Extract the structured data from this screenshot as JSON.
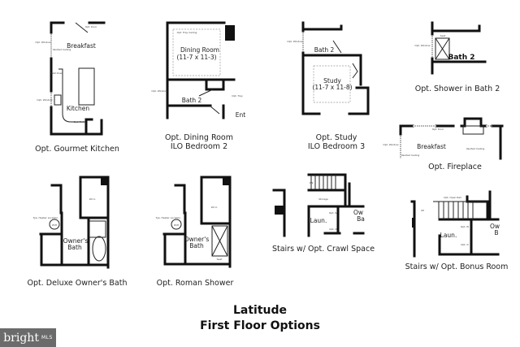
{
  "title": {
    "line1": "Latitude",
    "line2": "First Floor Options"
  },
  "plans": [
    {
      "caption": [
        "Opt. Gourmet Kitchen"
      ],
      "rooms": [
        "Breakfast",
        "Kitchen"
      ],
      "notes": [
        "Opt. Door",
        "Opt. Window",
        "Vaulted Ceiling",
        "Wall Oven",
        "Opt. Window",
        "Opt. Ref."
      ]
    },
    {
      "caption": [
        "Opt. Dining Room",
        "ILO Bedroom 2"
      ],
      "rooms": [
        "Dining Room",
        "(11-7 x 11-3)",
        "Bath 2",
        "Ent"
      ],
      "notes": [
        "Opt. Tray Ceiling",
        "Opt. Window",
        "Opt. Tray"
      ]
    },
    {
      "caption": [
        "Opt. Study",
        "ILO Bedroom 3"
      ],
      "rooms": [
        "Bath 2",
        "Study",
        "(11-7 x 11-8)"
      ],
      "notes": [
        "Opt. Window"
      ]
    },
    {
      "caption": [
        "Opt. Shower in Bath 2"
      ],
      "rooms": [
        "Bath 2"
      ],
      "notes": [
        "Seat",
        "Opt. Window"
      ]
    },
    {
      "caption": [
        "Opt. Fireplace"
      ],
      "rooms": [
        "Breakfast"
      ],
      "notes": [
        "Opt. Window",
        "Vaulted Ceiling",
        "Opt. Door",
        "Vaulted Ceiling"
      ]
    },
    {
      "caption": [
        "Opt. Deluxe Owner's Bath"
      ],
      "rooms": [
        "Owner's",
        "Bath",
        "W.I.C."
      ],
      "notes": [
        "Typ. Heater Location",
        "W/H"
      ]
    },
    {
      "caption": [
        "Opt. Roman Shower"
      ],
      "rooms": [
        "Owner's",
        "Bath",
        "W.I.C."
      ],
      "notes": [
        "Typ. Heater Location",
        "W/H",
        "Seat"
      ]
    },
    {
      "caption": [
        "Stairs w/ Opt. Crawl Space"
      ],
      "rooms": [
        "Laun.",
        "Ow",
        "Ba"
      ],
      "notes": [
        "DN",
        "Storage",
        "Opt. W",
        "Opt. D"
      ]
    },
    {
      "caption": [
        "Stairs w/ Opt. Bonus Room"
      ],
      "rooms": [
        "Laun.",
        "Ow",
        "B"
      ],
      "notes": [
        "UP",
        "Opt. Open Rail",
        "Opt. W",
        "Opt. D"
      ]
    }
  ],
  "logo": {
    "brand": "bright",
    "suffix": "MLS"
  }
}
